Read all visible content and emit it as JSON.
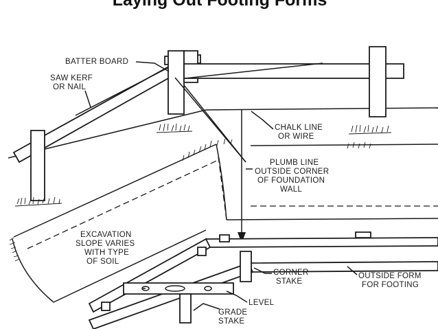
{
  "title": "Laying Out Footing Forms",
  "labels": {
    "batter_board": "BATTER BOARD",
    "saw_kerf": [
      "SAW KERF",
      "OR NAIL"
    ],
    "chalk_line": [
      "CHALK LINE",
      "OR WIRE"
    ],
    "plumb_line": [
      "PLUMB LINE",
      "OUTSIDE CORNER",
      "OF FOUNDATION",
      "WALL"
    ],
    "excavation": [
      "EXCAVATION",
      "SLOPE VARIES",
      "WITH TYPE",
      "OF SOIL"
    ],
    "corner_stake": [
      "CORNER",
      "STAKE"
    ],
    "outside_form": [
      "OUTSIDE FORM",
      "FOR FOOTING"
    ],
    "level": "LEVEL",
    "grade_stake": [
      "GRADE",
      "STAKE"
    ]
  }
}
